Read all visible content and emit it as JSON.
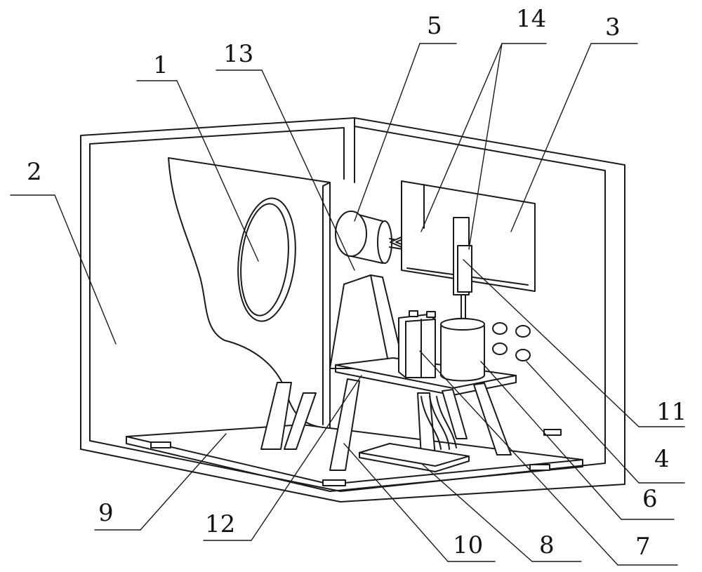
{
  "labels": {
    "l1": "1",
    "l2": "2",
    "l3": "3",
    "l4": "4",
    "l5": "5",
    "l6": "6",
    "l7": "7",
    "l8": "8",
    "l9": "9",
    "l10": "10",
    "l11": "11",
    "l12": "12",
    "l13": "13",
    "l14": "14"
  },
  "colors": {
    "line": "#1a1a1a",
    "background": "#ffffff"
  }
}
